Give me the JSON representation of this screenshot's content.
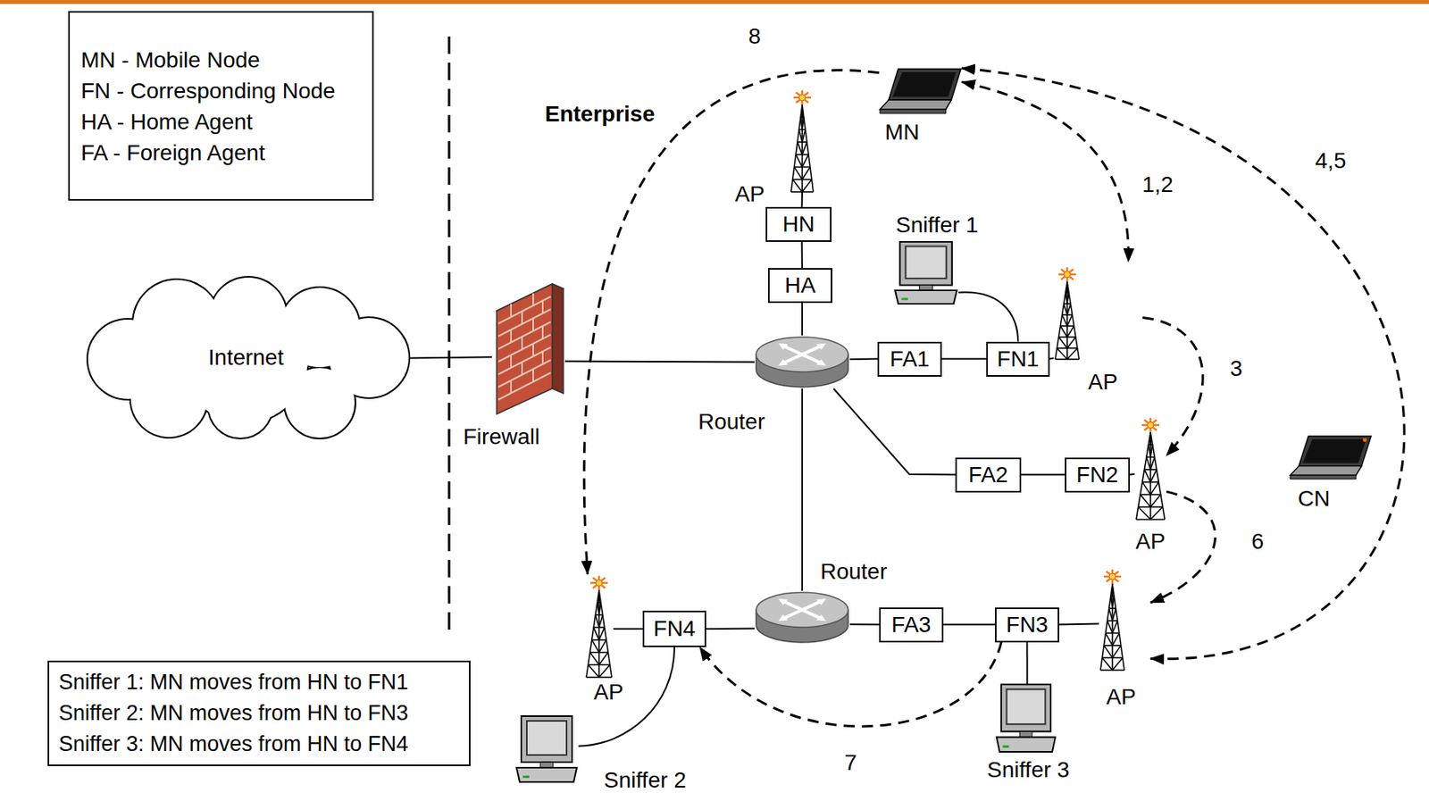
{
  "diagram": {
    "nodes": [
      {
        "text": [
          "MN - Mobile Node",
          "FN - Corresponding Node",
          "HA - Home Agent",
          "FA - Foreign Agent"
        ]
      },
      {
        "text": [
          "Internet"
        ]
      },
      {
        "text": [
          "Firewall"
        ]
      },
      {
        "text": [
          "MN"
        ]
      },
      {
        "text": [
          "AP"
        ]
      },
      {
        "text": [
          "HN"
        ]
      },
      {
        "text": [
          "HA"
        ]
      },
      {
        "text": [
          "Sniffer 1"
        ]
      },
      {
        "text": [
          "Router"
        ]
      },
      {
        "text": [
          "FA1"
        ]
      },
      {
        "text": [
          "FN1"
        ]
      },
      {
        "text": [
          "AP"
        ]
      },
      {
        "text": [
          "FA2"
        ]
      },
      {
        "text": [
          "FN2"
        ]
      },
      {
        "text": [
          "AP"
        ]
      },
      {
        "text": [
          "CN"
        ]
      },
      {
        "text": [
          "Router"
        ]
      },
      {
        "text": [
          "FA3"
        ]
      },
      {
        "text": [
          "FN3"
        ]
      },
      {
        "text": [
          "AP"
        ]
      },
      {
        "text": [
          "FN4"
        ]
      },
      {
        "text": [
          "AP"
        ]
      },
      {
        "text": [
          "Sniffer 2"
        ]
      },
      {
        "text": [
          "Sniffer 3"
        ]
      },
      {
        "text": [
          "Sniffer 1: MN moves from HN to FN1",
          "Sniffer 2: MN moves from HN to FN3",
          "Sniffer 3: MN moves from HN to FN4"
        ]
      }
    ],
    "edges": [
      {
        "from": 1,
        "to": 2,
        "arrow": "none"
      },
      {
        "from": 2,
        "to": 8,
        "arrow": "none"
      },
      {
        "from": 4,
        "to": 5,
        "arrow": "none"
      },
      {
        "from": 5,
        "to": 6,
        "arrow": "none"
      },
      {
        "from": 6,
        "to": 8,
        "arrow": "none"
      },
      {
        "from": 7,
        "to": 10,
        "arrow": "none"
      },
      {
        "from": 8,
        "to": 9,
        "arrow": "none"
      },
      {
        "from": 9,
        "to": 10,
        "arrow": "none"
      },
      {
        "from": 10,
        "to": 11,
        "arrow": "none"
      },
      {
        "from": 8,
        "to": 12,
        "arrow": "none"
      },
      {
        "from": 12,
        "to": 13,
        "arrow": "none"
      },
      {
        "from": 13,
        "to": 14,
        "arrow": "none"
      },
      {
        "from": 8,
        "to": 16,
        "arrow": "none"
      },
      {
        "from": 16,
        "to": 17,
        "arrow": "none"
      },
      {
        "from": 17,
        "to": 18,
        "arrow": "none"
      },
      {
        "from": 18,
        "to": 19,
        "arrow": "none"
      },
      {
        "from": 18,
        "to": 23,
        "arrow": "none"
      },
      {
        "from": 16,
        "to": 20,
        "arrow": "none"
      },
      {
        "from": 20,
        "to": 21,
        "arrow": "none"
      },
      {
        "from": 20,
        "to": 22,
        "arrow": "none"
      },
      {
        "from": 3,
        "to": 11,
        "arrow": "both",
        "label": "1,2"
      },
      {
        "from": 11,
        "to": 14,
        "arrow": "to",
        "label": "3"
      },
      {
        "from": 3,
        "to": 19,
        "arrow": "both",
        "label": "4,5"
      },
      {
        "from": 14,
        "to": 19,
        "arrow": "to",
        "label": "6"
      },
      {
        "from": 18,
        "to": 20,
        "arrow": "to",
        "label": "7"
      },
      {
        "from": 3,
        "to": 21,
        "arrow": "to",
        "label": "8"
      }
    ],
    "labels": [
      "Enterprise"
    ]
  }
}
